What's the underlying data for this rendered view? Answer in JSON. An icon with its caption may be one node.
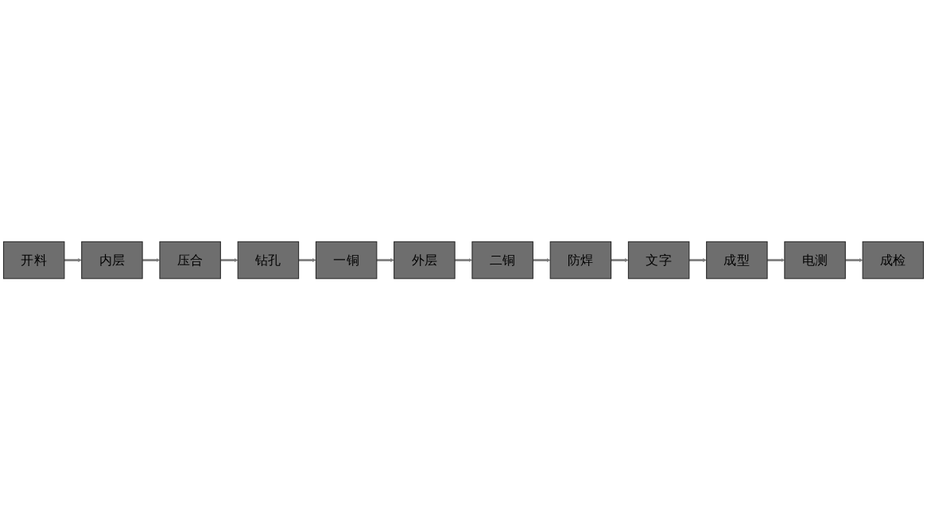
{
  "diagram": {
    "nodes": [
      {
        "text": [
          "开料"
        ]
      },
      {
        "text": [
          "内层"
        ]
      },
      {
        "text": [
          "压合"
        ]
      },
      {
        "text": [
          "钻孔"
        ]
      },
      {
        "text": [
          "一铜"
        ]
      },
      {
        "text": [
          "外层"
        ]
      },
      {
        "text": [
          "二铜"
        ]
      },
      {
        "text": [
          "防焊"
        ]
      },
      {
        "text": [
          "文字"
        ]
      },
      {
        "text": [
          "成型"
        ]
      },
      {
        "text": [
          "电测"
        ]
      },
      {
        "text": [
          "成检"
        ]
      }
    ],
    "edges": [
      {
        "from": 0,
        "to": 1,
        "arrow": "to"
      },
      {
        "from": 1,
        "to": 2,
        "arrow": "to"
      },
      {
        "from": 2,
        "to": 3,
        "arrow": "to"
      },
      {
        "from": 3,
        "to": 4,
        "arrow": "to"
      },
      {
        "from": 4,
        "to": 5,
        "arrow": "to"
      },
      {
        "from": 5,
        "to": 6,
        "arrow": "to"
      },
      {
        "from": 6,
        "to": 7,
        "arrow": "to"
      },
      {
        "from": 7,
        "to": 8,
        "arrow": "to"
      },
      {
        "from": 8,
        "to": 9,
        "arrow": "to"
      },
      {
        "from": 9,
        "to": 10,
        "arrow": "to"
      },
      {
        "from": 10,
        "to": 11,
        "arrow": "to"
      }
    ]
  }
}
